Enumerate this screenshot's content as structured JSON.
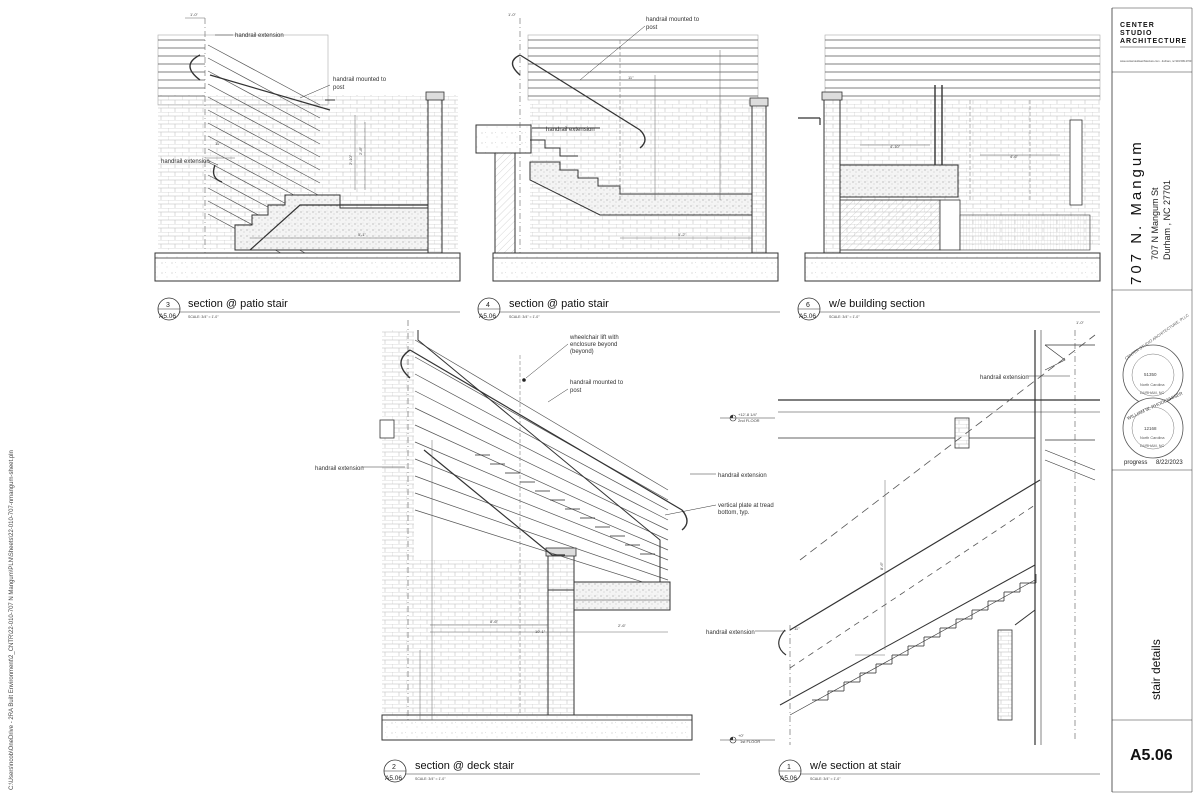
{
  "sheet_path": "C:\\Users\\ncob\\OneDrive - 2RA Built Environment\\2_CNTR\\22-010-707 N Mangum\\PLN\\Sheets\\22-010-707-nmangum-sheet.pln",
  "title_block": {
    "firm_line1": "CENTER",
    "firm_line2": "STUDIO",
    "firm_line3": "ARCHITECTURE",
    "firm_contact": "www.centerstudioarchitecture.com · durham, nc 919.599.2700",
    "project_name": "707 N. Mangum",
    "address_line1": "707 N Mangum St",
    "address_line2": "Durham , NC 27701",
    "seal1": {
      "outer": "CENTER STUDIO ARCHITECTURE, PLLC",
      "number": "51350",
      "state": "North Carolina",
      "city": "DURHAM, NC"
    },
    "seal2": {
      "outer": "WILLIAM W. RHODENHISER",
      "number": "12168",
      "state": "North Carolina",
      "city": "DURHAM, NC"
    },
    "status": "progress",
    "date": "8/22/2023",
    "sheet_title": "stair details",
    "sheet_number": "A5.06"
  },
  "views": [
    {
      "id": "v3",
      "number": "3",
      "sheet": "A5.06",
      "title": "section @ patio stair",
      "scale": "SCALE: 3/4\" = 1'-0\""
    },
    {
      "id": "v4",
      "number": "4",
      "sheet": "A5.06",
      "title": "section @ patio stair",
      "scale": "SCALE: 3/4\" = 1'-0\""
    },
    {
      "id": "v6",
      "number": "6",
      "sheet": "A5.06",
      "title": "w/e building section",
      "scale": "SCALE: 3/4\" = 1'-0\""
    },
    {
      "id": "v2",
      "number": "2",
      "sheet": "A5.06",
      "title": "section @ deck stair",
      "scale": "SCALE: 3/4\" = 1'-0\""
    },
    {
      "id": "v1",
      "number": "1",
      "sheet": "A5.06",
      "title": "w/e section at stair",
      "scale": "SCALE: 3/4\" = 1'-0\""
    }
  ],
  "annotations": {
    "v3": {
      "handrail_ext_top": "handrail extension",
      "handrail_post_1": "handrail mounted to",
      "handrail_post_2": "post",
      "handrail_ext_left": "handrail extension",
      "dim_top": "1'-0\"",
      "dim_11": "11\"",
      "dim_run": "5'-1\"",
      "dim_h1": "2'-10\"",
      "dim_h2": "2'-8\""
    },
    "v4": {
      "handrail_post_1": "handrail mounted to",
      "handrail_post_2": "post",
      "handrail_ext": "handrail extension",
      "dim_top": "1'-0\"",
      "dim_11": "11\"",
      "dim_run": "5'-2\""
    },
    "v6": {
      "dim_a": "4'-10\"",
      "dim_b": "4'-6\""
    },
    "v2": {
      "lift_1": "wheelchair lift with",
      "lift_2": "enclosure beyond",
      "lift_3": "(beyond)",
      "handrail_post_1": "handrail mounted to",
      "handrail_post_2": "post",
      "handrail_ext_left": "handrail extension",
      "handrail_ext_right": "handrail extension",
      "plate_1": "vertical plate at tread",
      "plate_2": "bottom, typ.",
      "level_2": "2nd FLOOR",
      "level_2_elev": "+12'-8 1/4\"",
      "level_1": "1st FLOOR",
      "level_1_elev": "+0\"",
      "dim_a": "8'-6\"",
      "dim_b": "10'-1\"",
      "dim_c": "2'-6\""
    },
    "v1": {
      "handrail_ext_top": "handrail extension",
      "handrail_ext_left": "handrail extension",
      "dim_top": "1'-0\"",
      "dim_11": "11\"",
      "dim_h": "8'-6\""
    }
  },
  "colors": {
    "line": "#333333",
    "light": "#9a9a9a",
    "hatch": "#bdbdbd",
    "ground": "#e6e6e6"
  }
}
